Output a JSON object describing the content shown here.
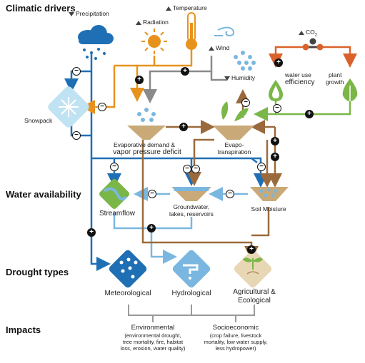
{
  "sections": {
    "climatic_drivers": "Climatic drivers",
    "water_availability": "Water availability",
    "drought_types": "Drought types",
    "impacts": "Impacts"
  },
  "drivers": {
    "precipitation": "Precipitation",
    "radiation": "Radiation",
    "temperature": "Temperature",
    "wind": "Wind",
    "humidity": "Humidity",
    "co2": "CO",
    "co2_sub": "2"
  },
  "nodes": {
    "snowpack": "Snowpack",
    "evap_demand_line1": "Evaporative demand &",
    "evap_demand_line2": "vapor pressure deficit",
    "evapotranspiration_line1": "Evapo-",
    "evapotranspiration_line2": "transpiration",
    "water_use_line1": "water use",
    "water_use_line2": "efficiency",
    "plant_growth_line1": "plant",
    "plant_growth_line2": "growth",
    "streamflow": "Streamflow",
    "groundwater_line1": "Groundwater,",
    "groundwater_line2": "lakes, reservoirs",
    "soil_moisture": "Soil Moisture"
  },
  "drought_types": {
    "meteorological": "Meteorological",
    "hydrological": "Hydrological",
    "agricultural_line1": "Agricultural &",
    "agricultural_line2": "Ecological"
  },
  "impacts": {
    "environmental_title": "Environmental",
    "environmental_l1": "(environmental drought,",
    "environmental_l2": "tree mortality, fire, habitat",
    "environmental_l3": "loss, erosion, water quality)",
    "socioeconomic_title": "Socioeconomic",
    "socioeconomic_l1": "(crop failure, livestock",
    "socioeconomic_l2": "mortality, low water supply,",
    "socioeconomic_l3": "less hydropower)"
  },
  "signs": {
    "plus": "+",
    "minus": "−"
  },
  "colors": {
    "precip_blue": "#1f6fb5",
    "light_blue": "#7ab7e0",
    "orange": "#e8921e",
    "gray": "#8a8a8a",
    "brown": "#9a6a3c",
    "green": "#7ab648",
    "dark_orange": "#d9622b",
    "tan": "#c9a978"
  }
}
